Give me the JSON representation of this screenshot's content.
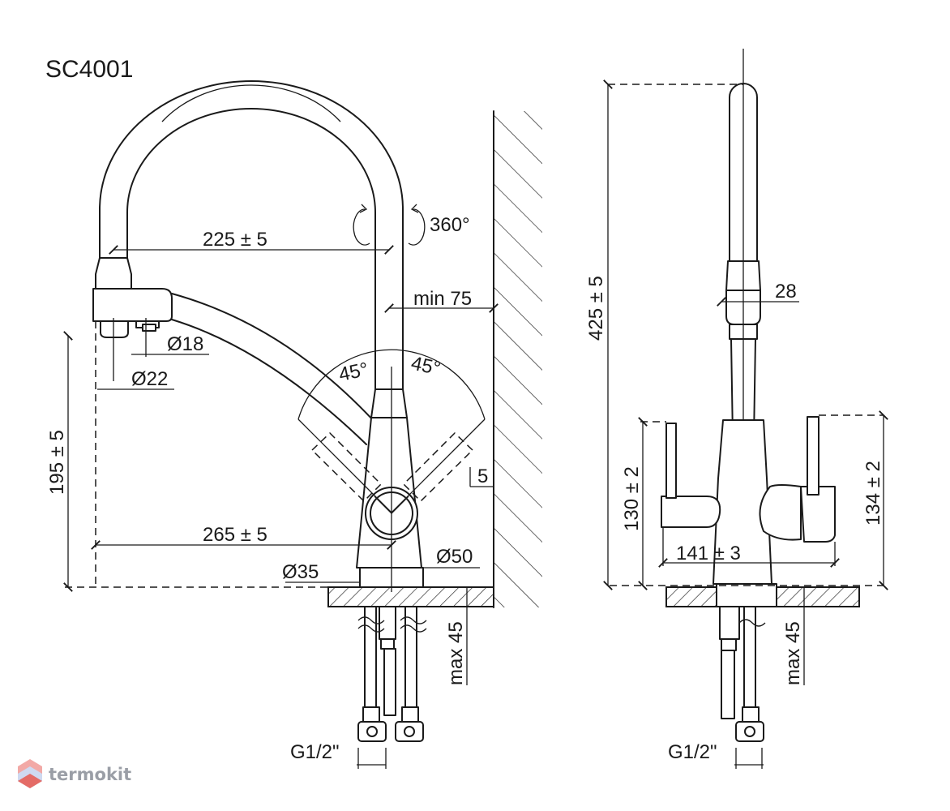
{
  "title": "SC4001",
  "side_view": {
    "dims": {
      "reach_top": "225 ± 5",
      "rotation": "360°",
      "wall_min": "min 75",
      "dia_18": "Ø18",
      "dia_22": "Ø22",
      "angle_left": "45°",
      "angle_right": "45°",
      "height_outlet": "195 ± 5",
      "offset_5": "5",
      "reach_bottom": "265 ± 5",
      "dia_50": "Ø50",
      "dia_35": "Ø35",
      "max_thickness": "max 45",
      "thread": "G1/2\""
    }
  },
  "front_view": {
    "dims": {
      "height_total": "425 ± 5",
      "dia_28": "28",
      "height_left_lever": "130 ± 2",
      "height_right_lever": "134 ± 2",
      "width_levers": "141 ± 3",
      "max_thickness": "max 45",
      "thread": "G1/2\""
    }
  },
  "watermark": {
    "brand": "termokit"
  }
}
